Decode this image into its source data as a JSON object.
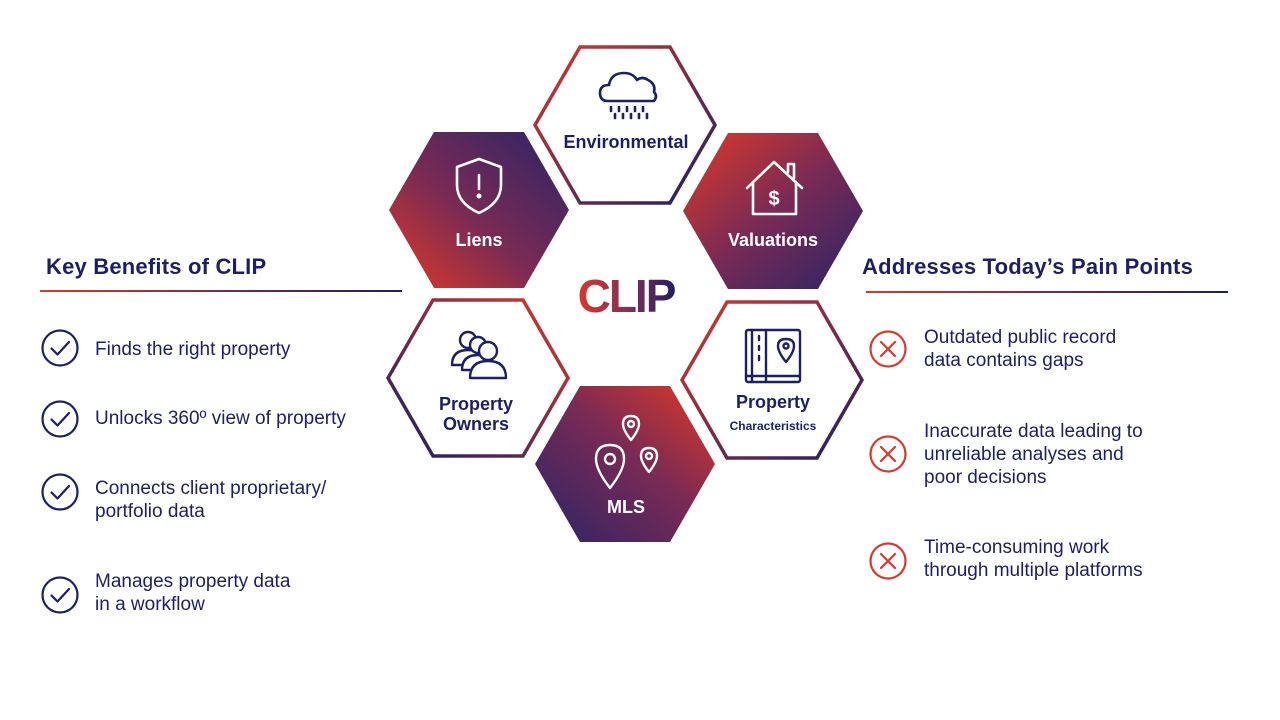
{
  "left_panel": {
    "title": "Key Benefits of CLIP",
    "items": [
      {
        "text": "Finds the right property",
        "icon": "check-circle-icon"
      },
      {
        "text": "Unlocks 360º view of property",
        "icon": "check-circle-icon"
      },
      {
        "text": "Connects client proprietary/\nportfolio data",
        "icon": "check-circle-icon"
      },
      {
        "text": "Manages property data\nin a workflow",
        "icon": "check-circle-icon"
      }
    ]
  },
  "right_panel": {
    "title": "Addresses Today’s Pain Points",
    "items": [
      {
        "text": "Outdated public record\ndata contains gaps",
        "icon": "x-circle-icon"
      },
      {
        "text": "Inaccurate data leading to\nunreliable analyses and\npoor decisions",
        "icon": "x-circle-icon"
      },
      {
        "text": "Time-consuming work\nthrough multiple platforms",
        "icon": "x-circle-icon"
      }
    ]
  },
  "center": {
    "label": "CLIP"
  },
  "hexes": {
    "environmental": {
      "label": "Environmental",
      "icon": "rain-cloud-icon"
    },
    "liens": {
      "label": "Liens",
      "icon": "shield-alert-icon"
    },
    "valuations": {
      "label": "Valuations",
      "icon": "house-dollar-icon"
    },
    "property_owners": {
      "line1": "Property",
      "line2": "Owners",
      "icon": "people-group-icon"
    },
    "property_characteristics": {
      "line1": "Property",
      "line2": "Characteristics",
      "icon": "map-pin-book-icon"
    },
    "mls": {
      "label": "MLS",
      "icon": "map-pins-icon"
    }
  },
  "colors": {
    "navy": "#1c1f63",
    "red": "#d8392b"
  }
}
